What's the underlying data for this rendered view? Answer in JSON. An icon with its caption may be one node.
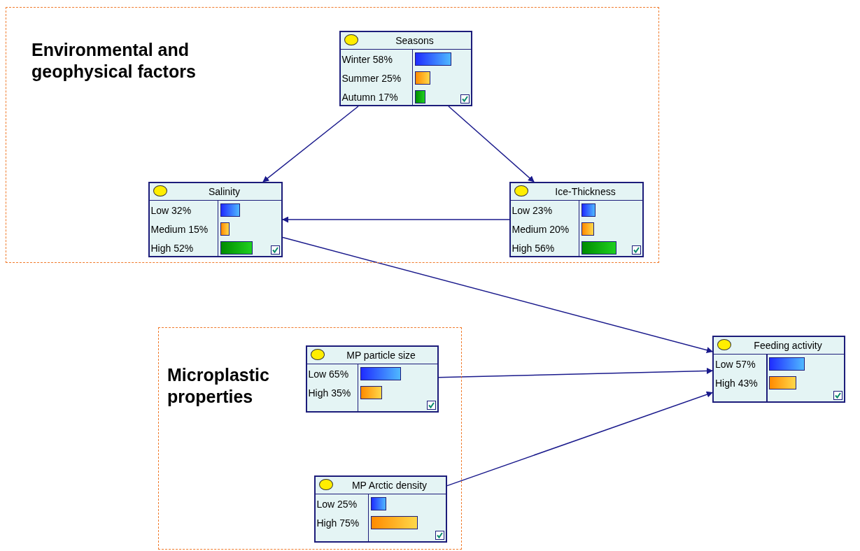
{
  "diagram": {
    "nodes": [
      {
        "text": [
          "Environmental and geophysical factors"
        ]
      },
      {
        "text": [
          "Seasons",
          "Winter 58%",
          "Summer 25%",
          "Autumn 17%"
        ],
        "in": 0
      },
      {
        "text": [
          "Salinity",
          "Low 32%",
          "Medium 15%",
          "High 52%"
        ],
        "in": 0
      },
      {
        "text": [
          "Ice-Thickness",
          "Low 23%",
          "Medium 20%",
          "High 56%"
        ],
        "in": 0
      },
      {
        "text": [
          "Microplastic properties"
        ]
      },
      {
        "text": [
          "MP particle size",
          "Low 65%",
          "High 35%"
        ],
        "in": 4
      },
      {
        "text": [
          "MP Arctic density",
          "Low 25%",
          "High 75%"
        ],
        "in": 4
      },
      {
        "text": [
          "Feeding activity",
          "Low 57%",
          "High 43%"
        ]
      }
    ],
    "edges": [
      {
        "from": 1,
        "to": 2,
        "arrow": "to"
      },
      {
        "from": 1,
        "to": 3,
        "arrow": "to"
      },
      {
        "from": 3,
        "to": 2,
        "arrow": "to"
      },
      {
        "from": 2,
        "to": 7,
        "arrow": "to"
      },
      {
        "from": 5,
        "to": 7,
        "arrow": "to"
      },
      {
        "from": 6,
        "to": 7,
        "arrow": "to"
      }
    ]
  }
}
